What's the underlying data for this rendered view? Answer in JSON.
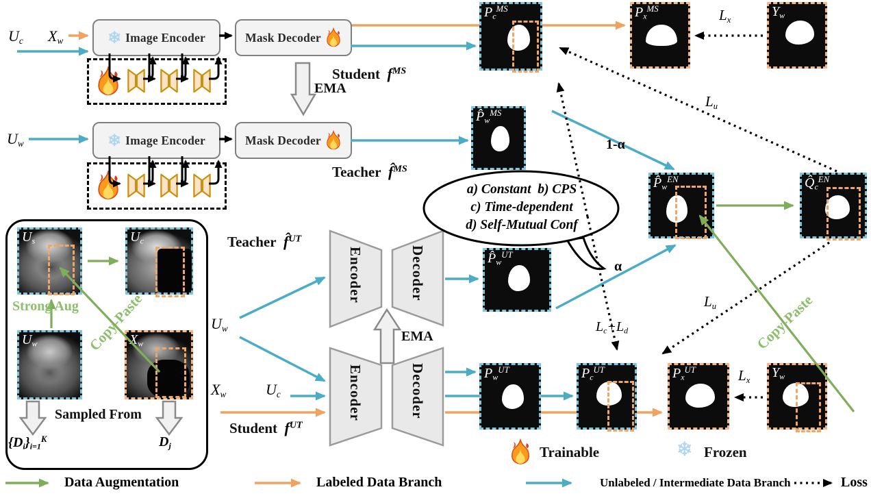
{
  "palette": {
    "blue_arrow": "#4BACC6",
    "orange_arrow": "#F0A360",
    "green_arrow": "#7FAE5B",
    "green_text": "#8CBE6C",
    "blue_dash": "#7EC6DD",
    "orange_dash": "#F5B585",
    "box_fill": "#F3F3F3",
    "box_border": "#7F7F7F"
  },
  "blocks": {
    "image_encoder": "Image Encoder",
    "mask_decoder": "Mask Decoder",
    "encoder": "Encoder",
    "decoder": "Decoder",
    "ema": "EMA",
    "student": "Student",
    "teacher": "Teacher"
  },
  "sym": {
    "uc": {
      "b": "U",
      "s": "c"
    },
    "uw": {
      "b": "U",
      "s": "w"
    },
    "us": {
      "b": "U",
      "s": "s"
    },
    "xw": {
      "b": "X",
      "s": "w"
    },
    "yw": {
      "b": "Y",
      "s": "w"
    },
    "f_ms": {
      "b": "f",
      "p": "MS"
    },
    "f_ms_hat": {
      "b": "f̂",
      "p": "MS"
    },
    "f_ut": {
      "b": "f",
      "p": "UT"
    },
    "f_ut_hat": {
      "b": "f̂",
      "p": "UT"
    },
    "pcms": {
      "b": "P",
      "s": "c",
      "p": "MS"
    },
    "pxms": {
      "b": "P",
      "s": "x",
      "p": "MS"
    },
    "pwms_hat": {
      "b": "P̂",
      "s": "w",
      "p": "MS"
    },
    "pwut_hat": {
      "b": "P̂",
      "s": "w",
      "p": "UT"
    },
    "pwut": {
      "b": "P",
      "s": "w",
      "p": "UT"
    },
    "pcut": {
      "b": "P",
      "s": "c",
      "p": "UT"
    },
    "pxut": {
      "b": "P",
      "s": "x",
      "p": "UT"
    },
    "pwen_hat": {
      "b": "P̂",
      "s": "w",
      "p": "EN"
    },
    "qcen_hat": {
      "b": "Q̂",
      "s": "c",
      "p": "EN"
    },
    "lx": {
      "b": "L",
      "s": "x"
    },
    "lu": {
      "b": "L",
      "s": "u"
    },
    "lc": {
      "b": "L",
      "s": "c"
    },
    "ld": {
      "b": "L",
      "s": "d"
    },
    "plus": "+",
    "alpha": "α",
    "one_minus_alpha": "1-α",
    "d_set": {
      "open": "{D",
      "s1": "i",
      "close": "}",
      "s2": "i=1",
      "p": "K"
    },
    "d_j": {
      "b": "D",
      "s": "j"
    }
  },
  "bubble": {
    "l1": "a) Constant  b) CPS",
    "l2": "c) Time-dependent",
    "l3": "d) Self-Mutual Conf"
  },
  "aug": {
    "strong": "Strong Aug",
    "copy": "Copy-Paste",
    "sampled": "Sampled From"
  },
  "legend": {
    "trainable": "Trainable",
    "frozen": "Frozen",
    "data_aug": "Data Augmentation",
    "labeled": "Labeled Data Branch",
    "unlabeled": "Unlabeled / Intermediate Data Branch",
    "loss": "Loss"
  }
}
